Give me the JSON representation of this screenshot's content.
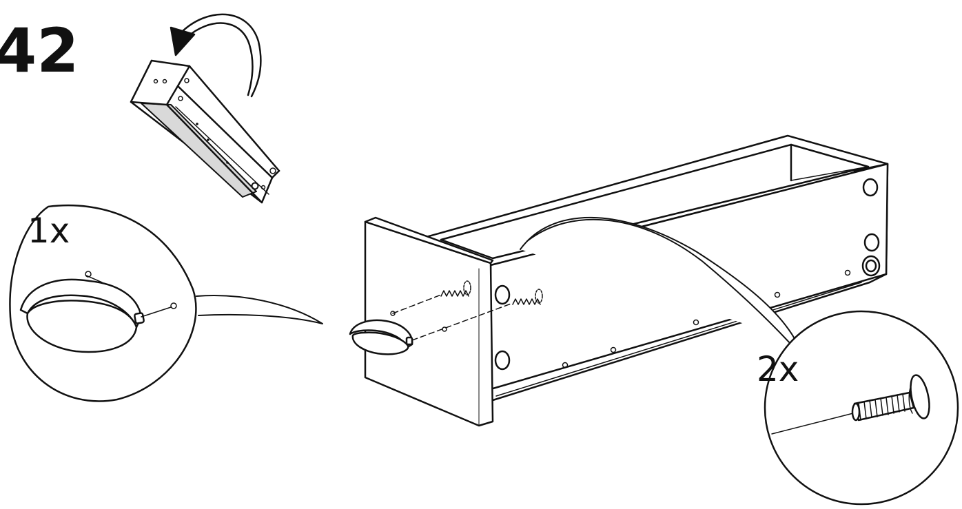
{
  "step": {
    "number": "42"
  },
  "callouts": {
    "handle": {
      "quantity": "1x"
    },
    "screw": {
      "quantity": "2x"
    }
  },
  "colors": {
    "line": "#111111",
    "panel_shade": "#d9d9d9",
    "background": "#ffffff"
  }
}
